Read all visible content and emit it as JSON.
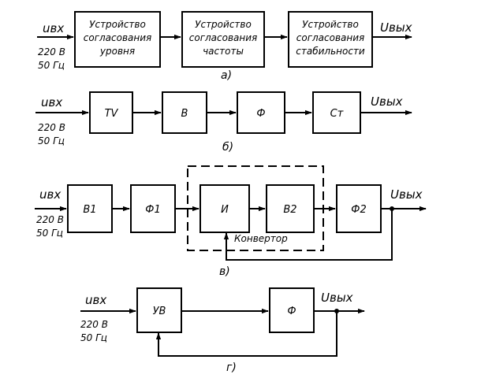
{
  "io": {
    "input_label": "uвх",
    "input_voltage": "220 В",
    "input_freq": "50 Гц",
    "output_label": "Uвых"
  },
  "diagram_a": {
    "caption": "а)",
    "blocks": [
      [
        "Устройство",
        "согласования",
        "уровня"
      ],
      [
        "Устройство",
        "согласования",
        "частоты"
      ],
      [
        "Устройство",
        "согласования",
        "стабильности"
      ]
    ]
  },
  "diagram_b": {
    "caption": "б)",
    "blocks": [
      "TV",
      "B",
      "Ф",
      "Ст"
    ]
  },
  "diagram_v": {
    "caption": "в)",
    "blocks": [
      "B1",
      "Ф1",
      "И",
      "B2",
      "Ф2"
    ],
    "group_label": "Конвертор"
  },
  "diagram_g": {
    "caption": "г)",
    "blocks": [
      "УВ",
      "Ф"
    ]
  }
}
